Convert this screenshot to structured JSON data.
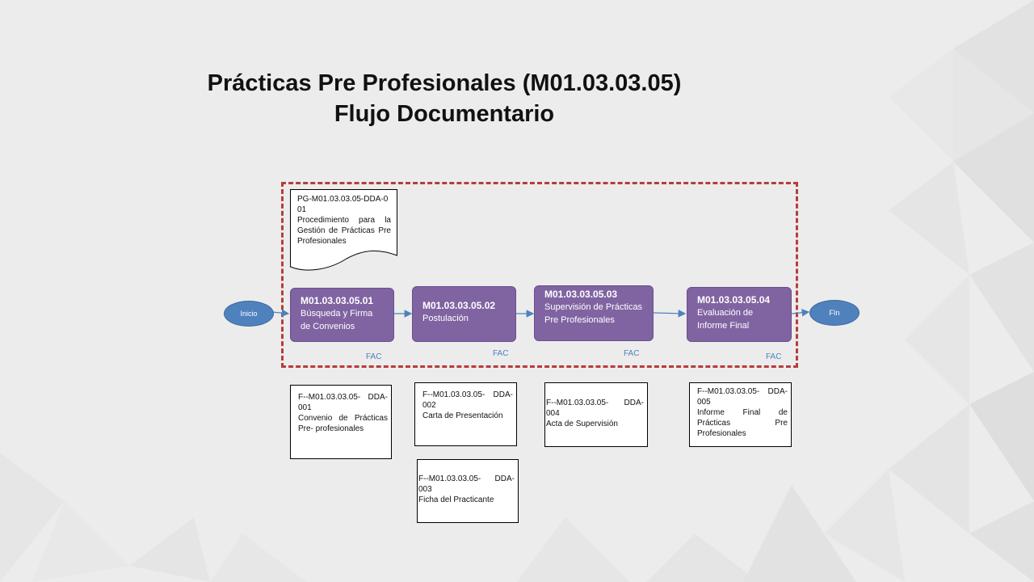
{
  "title": {
    "line1": "Prácticas Pre Profesionales (M01.03.03.05)",
    "line2": "Flujo Documentario"
  },
  "start": {
    "label": "Inicio"
  },
  "end": {
    "label": "FIn"
  },
  "procedure_doc": {
    "code": "PG-M01.03.03.05-DDA-001",
    "description": "Procedimiento para la Gestión de Prácticas Pre Profesionales"
  },
  "processes": [
    {
      "code": "M01.03.03.05.01",
      "name": "Búsqueda y Firma de Convenios",
      "owner": "FAC"
    },
    {
      "code": "M01.03.03.05.02",
      "name": "Postulación",
      "owner": "FAC"
    },
    {
      "code": "M01.03.03.05.03",
      "name": "Supervisión de Prácticas Pre Profesionales",
      "owner": "FAC"
    },
    {
      "code": "M01.03.03.05.04",
      "name": "Evaluación de Informe Final",
      "owner": "FAC"
    }
  ],
  "forms": [
    {
      "code": "F--M01.03.03.05- DDA-001",
      "description": "Convenio de Prácticas Pre- profesionales"
    },
    {
      "code": "F--M01.03.03.05- DDA-002",
      "description": "Carta de  Presentación"
    },
    {
      "code": "F--M01.03.03.05- DDA-003",
      "description": "Ficha del Practicante"
    },
    {
      "code": "F--M01.03.03.05- DDA-004",
      "description": "Acta de Supervisión"
    },
    {
      "code": "F--M01.03.03.05- DDA-005",
      "description": "Informe Final de Prácticas Pre Profesionales"
    }
  ],
  "colors": {
    "process_fill": "#8064a2",
    "terminal_fill": "#4f81bd",
    "frame_border": "#b83c3c",
    "arrow": "#4f81bd"
  }
}
